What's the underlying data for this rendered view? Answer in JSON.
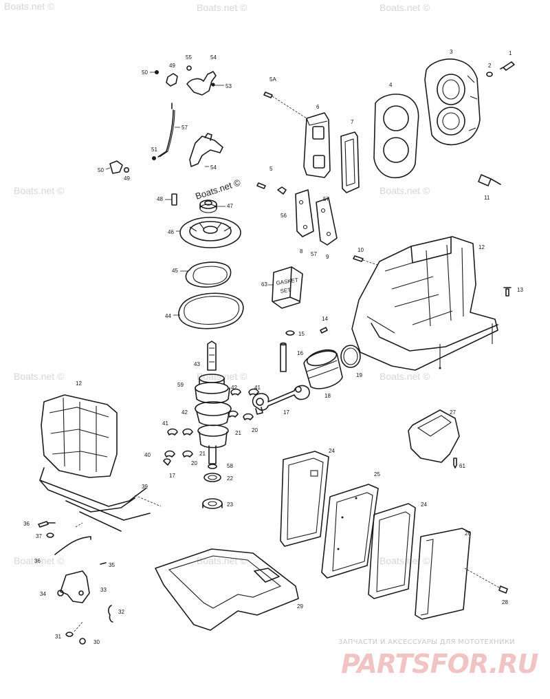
{
  "watermarks": {
    "boats_net": "Boats.net ©",
    "brand_tagline": "ЗАПЧАСТИ И АКСЕССУАРЫ ДЛЯ МОТОТЕХНИКИ",
    "brand_logo": "PARTSFOR.RU"
  },
  "box_label": {
    "line1": "GASKET",
    "line2": "SET"
  },
  "part_numbers": {
    "p1": "1",
    "p2": "2",
    "p3": "3",
    "p4": "4",
    "p5": "5",
    "p5a": "5A",
    "p6": "6",
    "p7": "7",
    "p8": "8",
    "p9": "9",
    "p10": "10",
    "p11": "11",
    "p12a": "12",
    "p12b": "12",
    "p13": "13",
    "p14": "14",
    "p15": "15",
    "p16": "16",
    "p17a": "17",
    "p17b": "17",
    "p18": "18",
    "p19": "19",
    "p20a": "20",
    "p20b": "20",
    "p21a": "21",
    "p21b": "21",
    "p22": "22",
    "p23": "23",
    "p24a": "24",
    "p24b": "24",
    "p25": "25",
    "p26": "26",
    "p27": "27",
    "p28": "28",
    "p29": "29",
    "p30": "30",
    "p31": "31",
    "p32": "32",
    "p33": "33",
    "p34": "34",
    "p35": "35",
    "p36a": "36",
    "p36b": "36",
    "p37": "37",
    "p39": "39",
    "p40": "40",
    "p41a": "41",
    "p41b": "41",
    "p42a": "42",
    "p42b": "42",
    "p43": "43",
    "p44": "44",
    "p45": "45",
    "p46": "46",
    "p47": "47",
    "p48": "48",
    "p49a": "49",
    "p49b": "49",
    "p50a": "50",
    "p50b": "50",
    "p51": "51",
    "p53": "53",
    "p54a": "54",
    "p54b": "54",
    "p55": "55",
    "p56": "56",
    "p57a": "57",
    "p57b": "57",
    "p57c": "57",
    "p58": "58",
    "p59": "59",
    "p61": "61",
    "p63": "63"
  }
}
